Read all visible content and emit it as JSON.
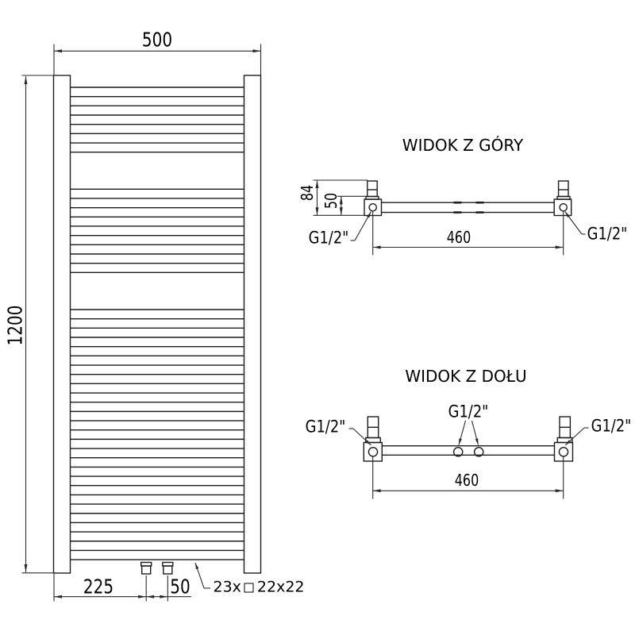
{
  "drawing": {
    "front_view": {
      "width_dim": "500",
      "height_dim": "1200",
      "bottom_offset_dim": "225",
      "bottom_spacing_dim": "50",
      "tube_note": {
        "count": "23x",
        "profile": "22x22"
      },
      "rung_count": 23,
      "rung_line_groups": [
        {
          "start_y": 110.0,
          "lines": 8
        },
        {
          "start_y": 238.3,
          "lines": 10
        },
        {
          "start_y": 390.0,
          "lines": 28
        }
      ],
      "line_spacing": 11.67
    },
    "top_view": {
      "title": "WIDOK Z GÓRY",
      "depth_dim": "84",
      "pipe_offset_dim": "50",
      "connection_spacing_dim": "460",
      "thread_left": "G1/2\"",
      "thread_right": "G1/2\""
    },
    "bottom_view": {
      "title": "WIDOK Z DOŁU",
      "connection_spacing_dim": "460",
      "thread_left": "G1/2\"",
      "thread_center": "G1/2\"",
      "thread_right": "G1/2\""
    }
  }
}
